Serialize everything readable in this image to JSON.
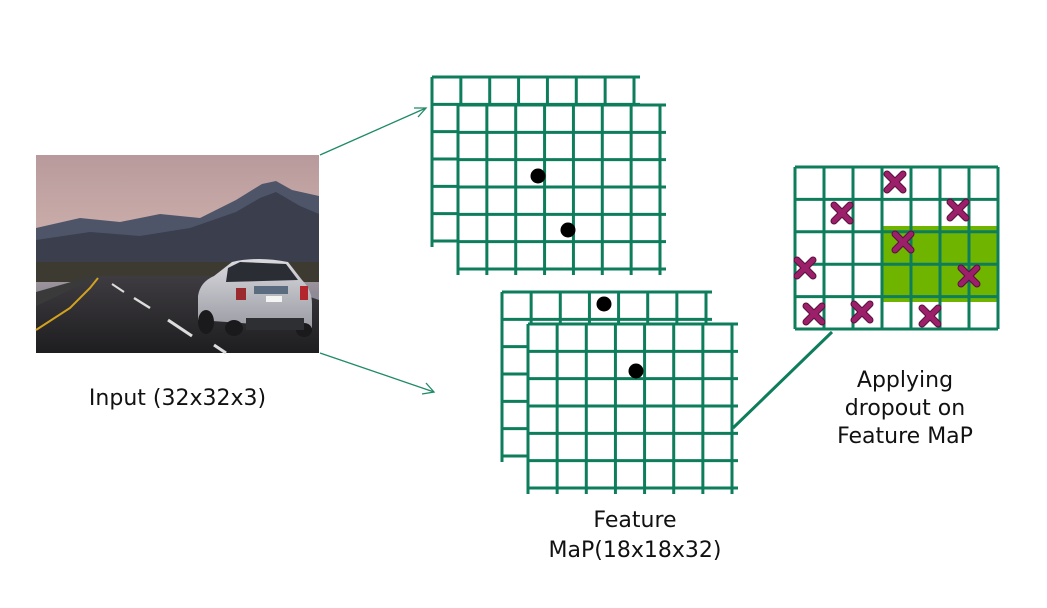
{
  "labels": {
    "input": "Input (32x32x3)",
    "feature_line1": "Feature",
    "feature_line2": "MaP(18x18x32)",
    "dropout_line1": "Applying",
    "dropout_line2": "dropout on",
    "dropout_line3": "Feature MaP"
  },
  "colors": {
    "grid": "#0e7d5c",
    "arrow": "#1f8a66",
    "dropout_highlight": "#6fb500",
    "x_marker": "#9c1f6a",
    "dot": "#000000"
  },
  "icons": {
    "input_image": "car-on-road-photo",
    "dropped_unit": "x-mark-icon",
    "activation": "dot-icon"
  }
}
